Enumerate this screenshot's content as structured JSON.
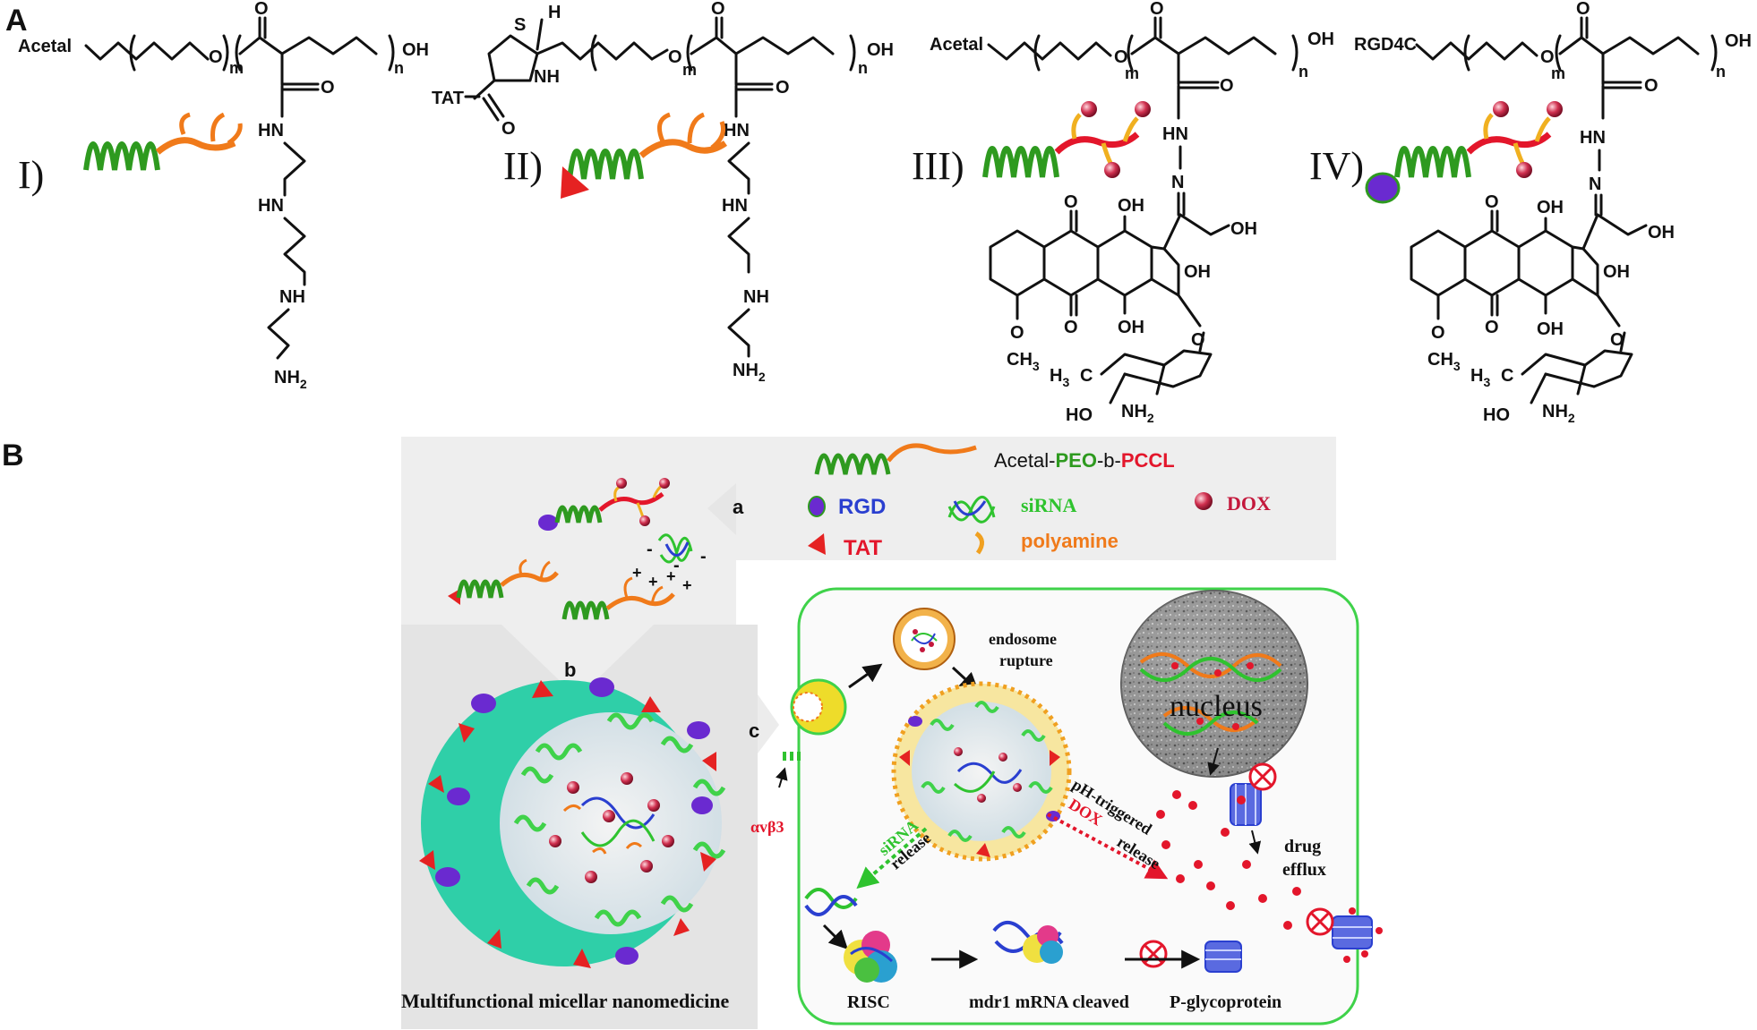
{
  "panel_a": {
    "label": "A",
    "structures": [
      {
        "roman": "I)",
        "end_group": "Acetal",
        "side_chain": "polyamine"
      },
      {
        "roman": "II)",
        "end_group": "TAT",
        "side_chain": "polyamine"
      },
      {
        "roman": "III)",
        "end_group": "Acetal",
        "side_chain": "DOX"
      },
      {
        "roman": "IV)",
        "end_group": "RGD4C",
        "side_chain": "DOX"
      }
    ],
    "atoms": {
      "O": "O",
      "OH": "OH",
      "m": "m",
      "n": "n",
      "HN": "HN",
      "NH": "NH",
      "NH2": "NH",
      "sub2": "2",
      "S": "S",
      "H": "H",
      "TAT": "TAT",
      "N": "N",
      "HN_N": "HN",
      "OCH3": "O",
      "CH3": "CH",
      "H3C": "H",
      "C3": "3C",
      "sub3": "3",
      "HO": "HO"
    }
  },
  "panel_b": {
    "label": "B",
    "legend": {
      "polymer_prefix": "Acetal-",
      "polymer_peo": "PEO",
      "polymer_b": "-b-",
      "polymer_pccl": "PCCL",
      "rgd": "RGD",
      "sirna": "siRNA",
      "dox": "DOX",
      "tat": "TAT",
      "polyamine": "polyamine"
    },
    "steps": {
      "a": "a",
      "b": "b",
      "c": "c"
    },
    "charges": [
      "+",
      "+",
      "+",
      "+",
      "-",
      "-",
      "-"
    ],
    "cell_labels": {
      "endosome": "endosome",
      "rupture": "rupture",
      "nucleus": "nucleus",
      "sirna": "siRNA",
      "release": "release",
      "ph_triggered": "pH-triggered",
      "dox": "DOX",
      "dox_release": "release",
      "drug": "drug",
      "efflux": "efflux",
      "risc": "RISC",
      "mdr1_cleaved": "mdr1 mRNA  cleaved",
      "pgp": "P-glycoprotein",
      "avb3": "αvβ3"
    },
    "caption": "Multifunctional  micellar nanomedicine"
  },
  "colors": {
    "peo_green": "#2e9a1f",
    "pccl_orange": "#f07a1a",
    "pccl_red": "#e3162b",
    "rgd_purple": "#6a2ad0",
    "tat_red": "#e52222",
    "dox_red": "#c4183c",
    "sirna_green": "#2fc32f",
    "cell_green": "#3fd24a",
    "shell_teal": "#2fcfa8"
  }
}
